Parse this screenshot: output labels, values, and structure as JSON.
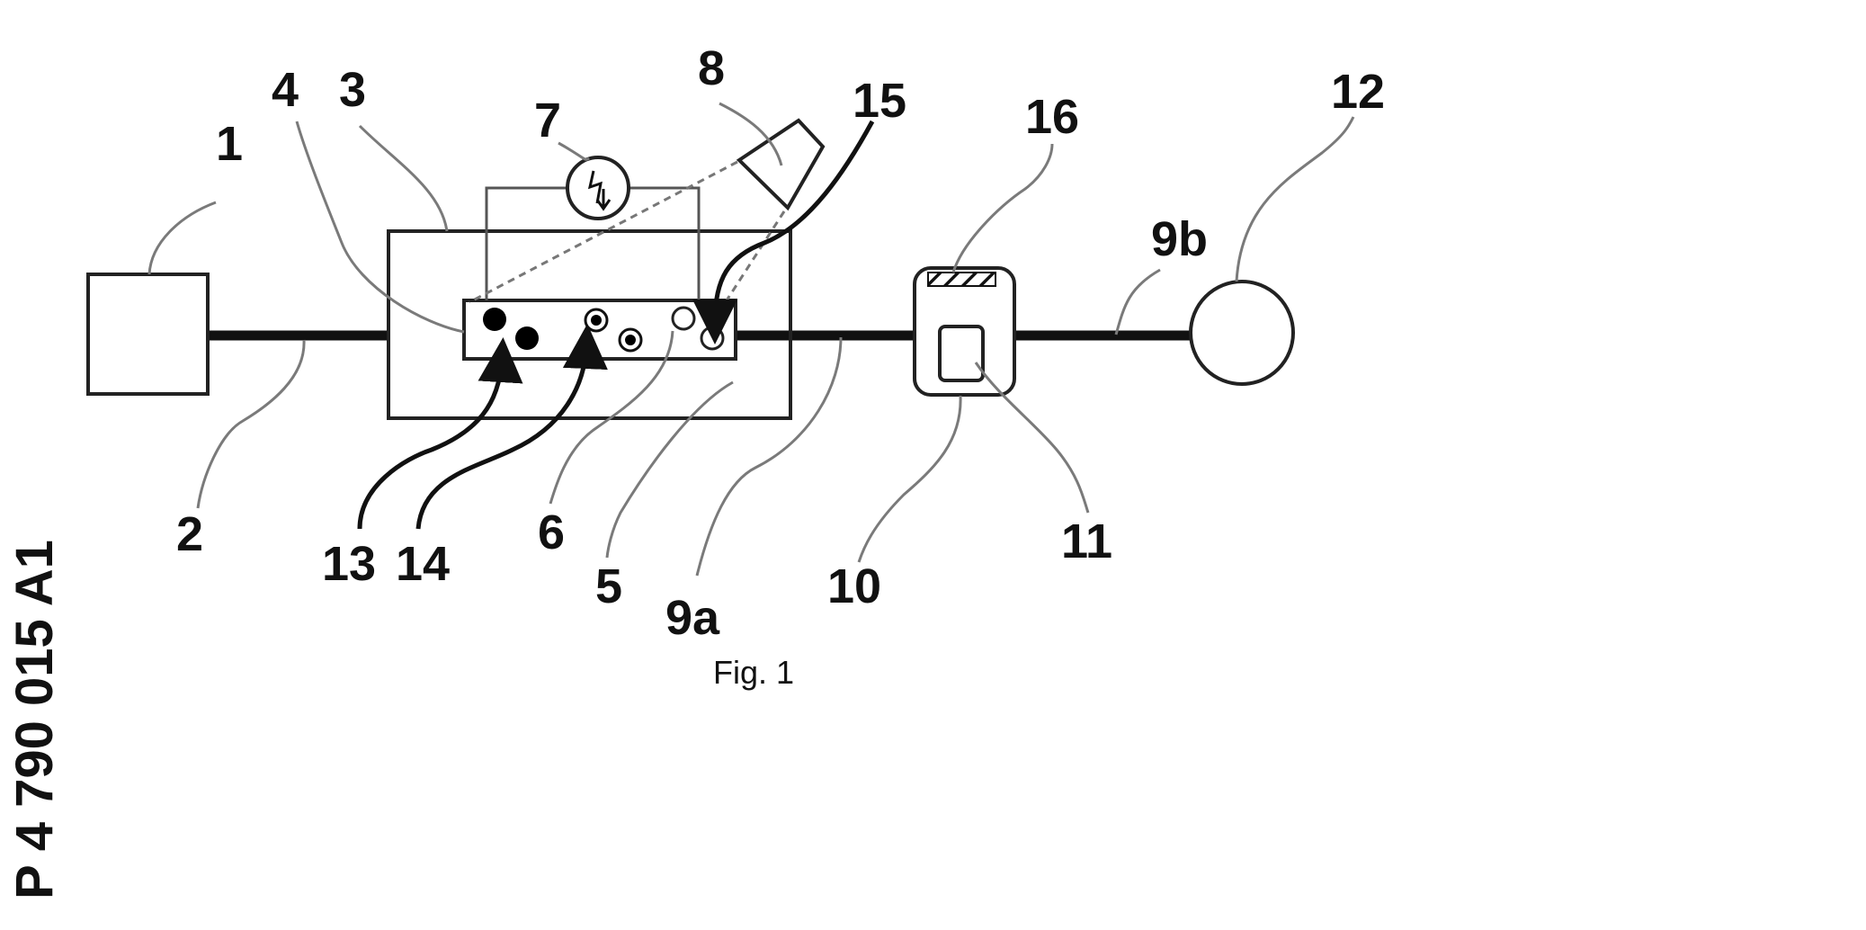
{
  "publication": {
    "number": "P 4 790 015 A1"
  },
  "figure": {
    "caption": "Fig. 1"
  },
  "labels": {
    "l1": "1",
    "l2": "2",
    "l3": "3",
    "l4": "4",
    "l5": "5",
    "l6": "6",
    "l7": "7",
    "l8": "8",
    "l9a": "9a",
    "l9b": "9b",
    "l10": "10",
    "l11": "11",
    "l12": "12",
    "l13": "13",
    "l14": "14",
    "l15": "15",
    "l16": "16"
  }
}
